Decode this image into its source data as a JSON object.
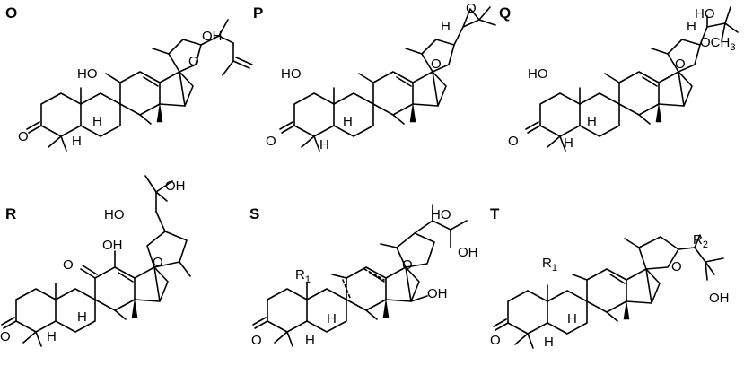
{
  "figure": {
    "panels": [
      {
        "id": "O",
        "label": "O",
        "atoms": {
          "hydroxyl_top": "OH",
          "hydroxyl_ring": "HO",
          "ring_oxygen": "O",
          "ketone": "O",
          "h_alpha": "H",
          "h_five": "H"
        }
      },
      {
        "id": "P",
        "label": "P",
        "atoms": {
          "epoxide_oxygen": "O",
          "h_side": "H",
          "hydroxyl_ring": "HO",
          "ring_oxygen": "O",
          "ketone": "O",
          "h_alpha": "H",
          "h_five": "H"
        }
      },
      {
        "id": "Q",
        "label": "Q",
        "atoms": {
          "hydroxyl_top": "HO",
          "h_side": "H",
          "methoxy": "OCH",
          "methoxy_sub": "3",
          "hydroxyl_ring": "HO",
          "ring_oxygen": "O",
          "ketone": "O",
          "h_alpha": "H",
          "h_five": "H"
        }
      },
      {
        "id": "R",
        "label": "R",
        "atoms": {
          "hydroxyl_tert": "OH",
          "hydroxyl_side": "HO",
          "ring_oxygen": "O",
          "hydroxyl_enol": "OH",
          "ketone_ring": "O",
          "ketone": "O",
          "h_alpha": "H",
          "h_five": "H"
        }
      },
      {
        "id": "S",
        "label": "S",
        "atoms": {
          "hydroxyl_side": "HO",
          "hydroxyl_tert": "OH",
          "ring_oxygen": "O",
          "r_group": "R",
          "r_sub": "1",
          "hydroxyl_d": "OH",
          "ketone": "O",
          "h_alpha": "H",
          "h_five": "H"
        }
      },
      {
        "id": "T",
        "label": "T",
        "atoms": {
          "r_group2": "R",
          "r_sub2": "2",
          "r_group": "R",
          "r_sub": "1",
          "ring_oxygen": "O",
          "hydroxyl_tert": "OH",
          "ketone": "O",
          "h_alpha": "H",
          "h_five": "H"
        }
      }
    ]
  }
}
